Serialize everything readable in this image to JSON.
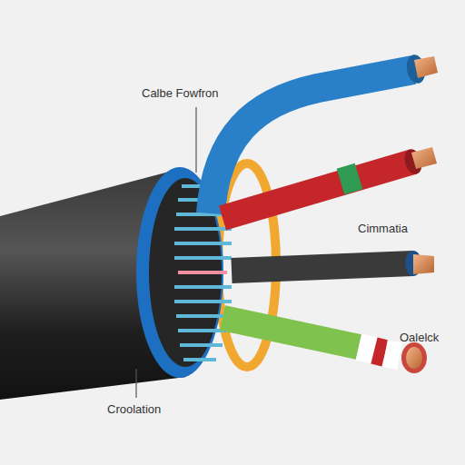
{
  "diagram": {
    "labels": [
      "Calbe Fowfron",
      "Cimmatia",
      "Oalelck",
      "Croolation"
    ]
  }
}
